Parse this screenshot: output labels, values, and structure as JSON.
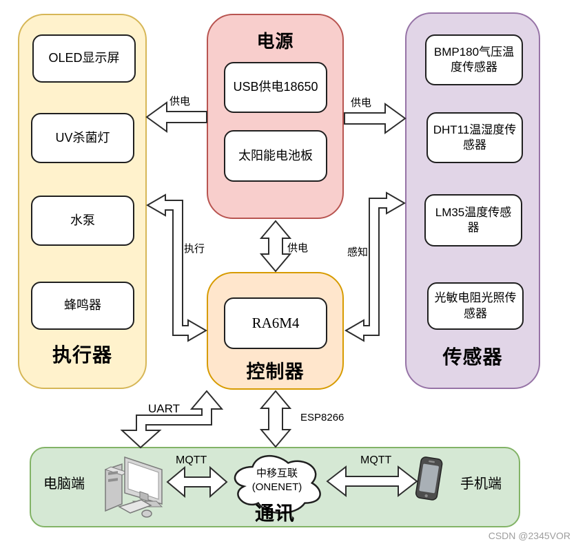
{
  "diagram": {
    "power": {
      "title": "电源",
      "items": [
        "USB供电18650",
        "太阳能电池板"
      ]
    },
    "actuators": {
      "title": "执行器",
      "items": [
        "OLED显示屏",
        "UV杀菌灯",
        "水泵",
        "蜂鸣器"
      ]
    },
    "sensors": {
      "title": "传感器",
      "items": [
        "BMP180气压温度传感器",
        "DHT11温湿度传感器",
        "LM35温度传感器",
        "光敏电阻光照传感器"
      ]
    },
    "controller": {
      "title": "控制器",
      "chip": "RA6M4"
    },
    "comm": {
      "title": "通讯",
      "pc_label": "电脑端",
      "phone_label": "手机端",
      "cloud_line1": "中移互联",
      "cloud_line2": "(ONENET)"
    },
    "edges": {
      "power_to_actuators": "供电",
      "power_to_sensors": "供电",
      "power_to_controller": "供电",
      "controller_to_actuators": "执行",
      "controller_to_sensors": "感知",
      "uart": "UART",
      "esp8266": "ESP8266",
      "mqtt_left": "MQTT",
      "mqtt_right": "MQTT"
    }
  },
  "watermark": "CSDN @2345VOR",
  "colors": {
    "actuators_fill": "#FFF2CC",
    "actuators_border": "#D6B656",
    "power_fill": "#F8CECC",
    "power_border": "#B85450",
    "sensors_fill": "#E1D5E7",
    "sensors_border": "#9673A6",
    "controller_fill": "#FFE6CC",
    "controller_border": "#D79B00",
    "comm_fill": "#D5E8D4",
    "comm_border": "#82B366",
    "node_fill": "#FFFFFF",
    "node_border": "#1F1F1F",
    "arrow_fill": "#FFFFFF",
    "arrow_stroke": "#2D2D2D",
    "watermark_color": "#9E9E9E"
  }
}
